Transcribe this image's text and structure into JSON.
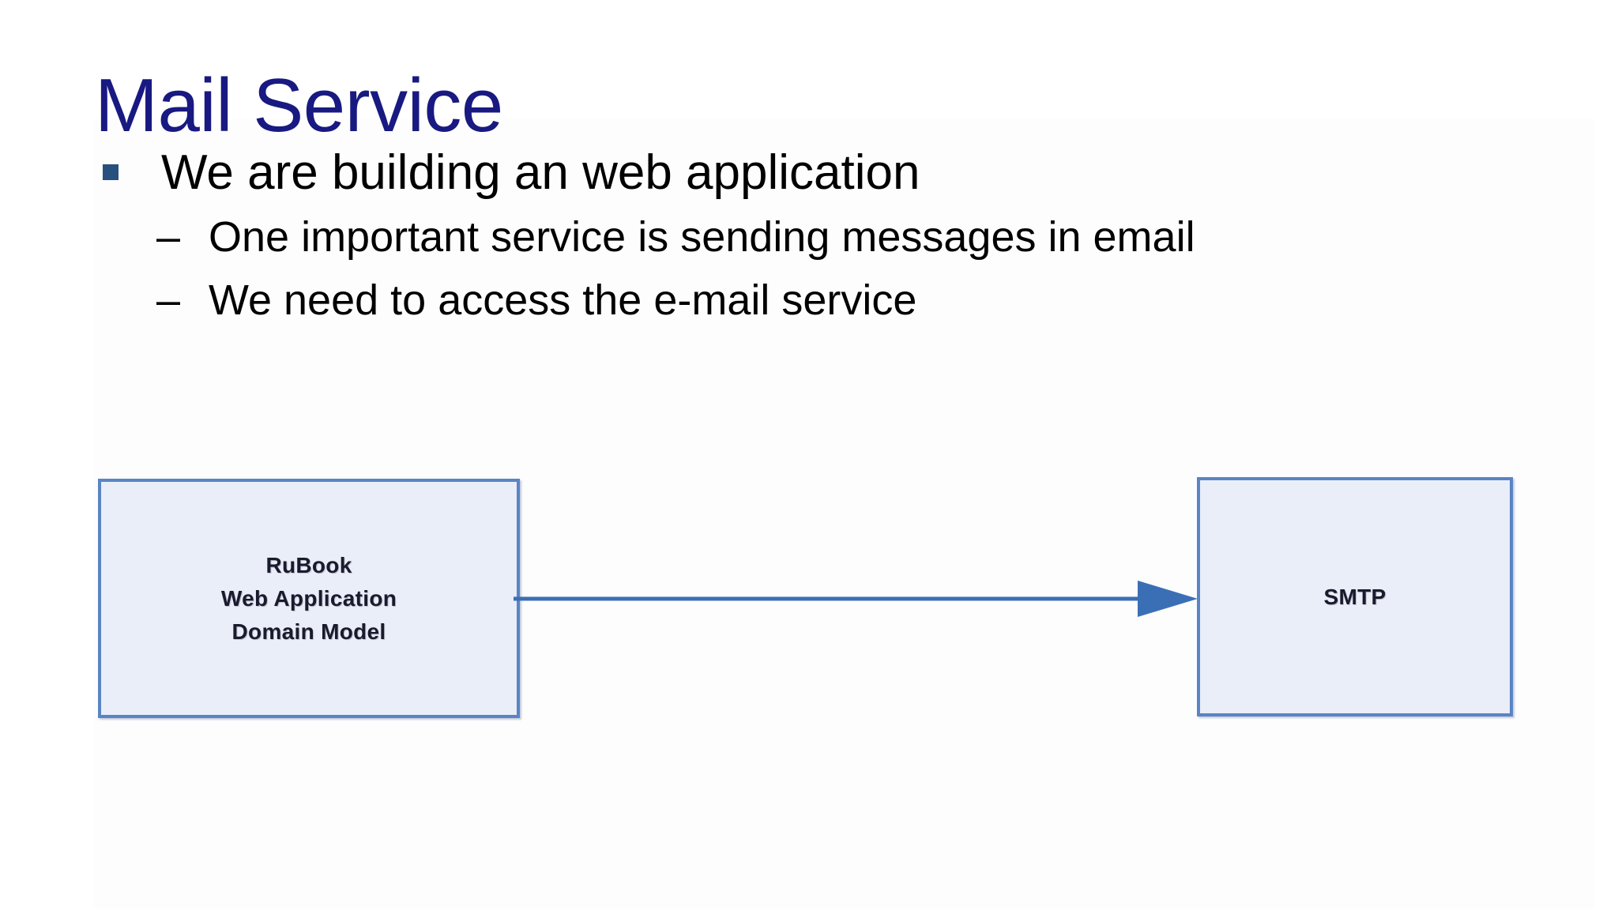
{
  "slide": {
    "title": "Mail Service",
    "background_color": "#ffffff",
    "title_color": "#191982"
  },
  "bullets": {
    "level1_marker_color": "#27507F",
    "items": [
      {
        "level": 1,
        "marker": "square-bullet",
        "text": "We are building an web application"
      },
      {
        "level": 2,
        "marker": "–",
        "text": "One important service is sending messages in email"
      },
      {
        "level": 2,
        "marker": "–",
        "text": "We need to access the e-mail service"
      }
    ]
  },
  "diagram": {
    "type": "flow",
    "fill_color": "#E9EEF8",
    "border_color": "#5A84C4",
    "arrow_color": "#3B6FB5",
    "nodes": [
      {
        "id": "rubook",
        "lines": [
          "RuBook",
          "Web Application",
          "Domain Model"
        ]
      },
      {
        "id": "smtp",
        "lines": [
          "SMTP"
        ]
      }
    ],
    "edges": [
      {
        "from": "rubook",
        "to": "smtp",
        "style": "solid-arrow",
        "label": ""
      }
    ]
  }
}
